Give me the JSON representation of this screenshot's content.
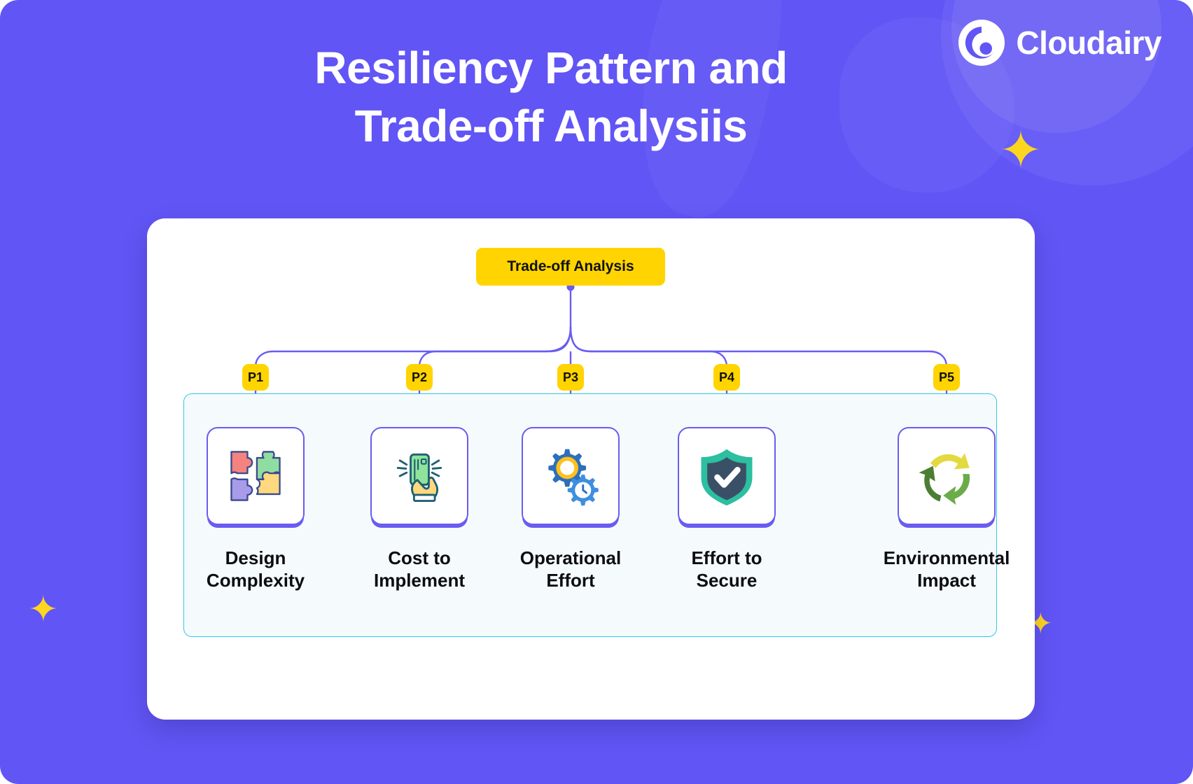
{
  "brand": {
    "name": "Cloudairy",
    "logo_icon": "cloudairy-swirl-icon",
    "accent_purple": "#6155f5",
    "accent_yellow": "#ffd400",
    "accent_cyan": "#35c6e8"
  },
  "header": {
    "title_line1": "Resiliency Pattern and",
    "title_line2": "Trade-off Analysiis"
  },
  "diagram": {
    "root": {
      "label": "Trade-off Analysis"
    },
    "branch_badges": [
      "P1",
      "P2",
      "P3",
      "P4",
      "P5"
    ],
    "leaves": [
      {
        "badge": "P1",
        "caption": "Design\nComplexity",
        "icon": "puzzle-pieces-icon"
      },
      {
        "badge": "P2",
        "caption": "Cost to\nImplement",
        "icon": "hand-tap-card-icon"
      },
      {
        "badge": "P3",
        "caption": "Operational\nEffort",
        "icon": "gears-icon"
      },
      {
        "badge": "P4",
        "caption": "Effort to\nSecure",
        "icon": "shield-check-icon"
      },
      {
        "badge": "P5",
        "caption": "Environmental\nImpact",
        "icon": "recycle-arrows-icon"
      }
    ]
  },
  "decor": {
    "sparkle_glyph": "✦"
  }
}
